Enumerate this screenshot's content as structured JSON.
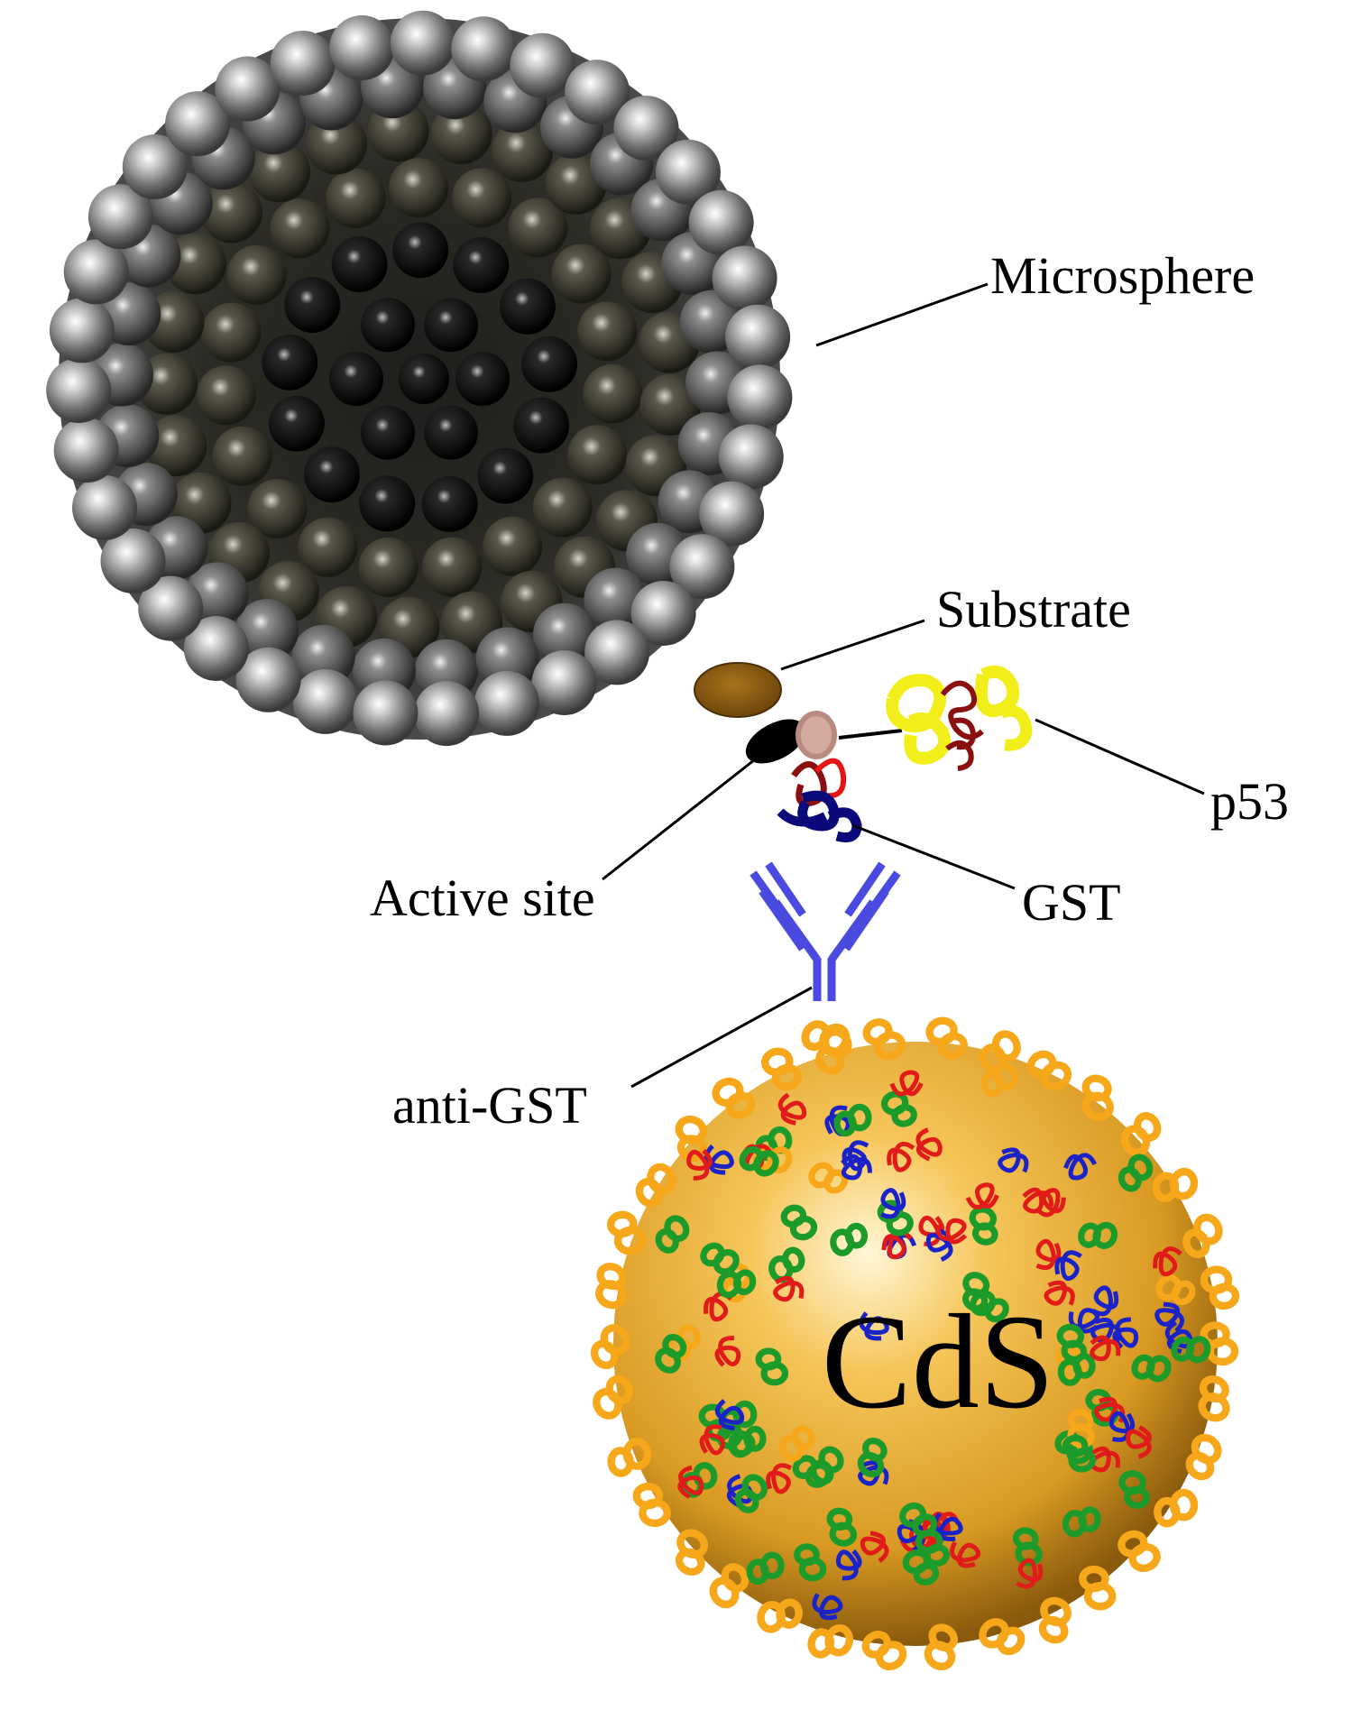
{
  "labels": {
    "microsphere": "Microsphere",
    "substrate": "Substrate",
    "p53": "p53",
    "active_site": "Active site",
    "gst": "GST",
    "anti_gst": "anti-GST",
    "cds": "CdS"
  },
  "colors": {
    "background": "#ffffff",
    "microsphere_outer": "#d9d9d9",
    "microsphere_inner": "#141414",
    "substrate": "#8b5a10",
    "active_site": "#000000",
    "p53": "#f2ee1a",
    "gst": "#0a0a7a",
    "anti_gst": "#4a4ae0",
    "cds_core": "#f1b23a",
    "coil_red": "#e11a1a",
    "coil_blue": "#1a22c8",
    "ring_green": "#1c9a2a",
    "ring_orange": "#f7a81a"
  }
}
